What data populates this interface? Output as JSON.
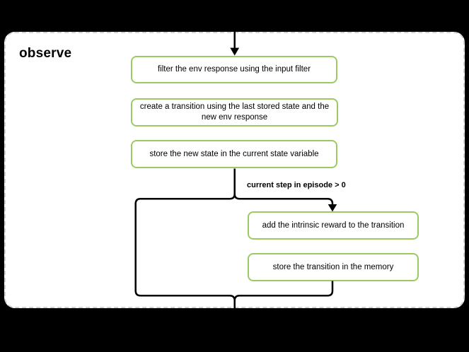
{
  "panel": {
    "title": "observe"
  },
  "flow": {
    "boxes": [
      {
        "id": "filter-env-response",
        "label": "filter the env response using the input filter"
      },
      {
        "id": "create-transition",
        "label": "create a transition using the last stored state and the new env response"
      },
      {
        "id": "store-new-state",
        "label": "store the new state in the current state variable"
      },
      {
        "id": "add-intrinsic-reward",
        "label": "add the intrinsic reward to the transition"
      },
      {
        "id": "store-transition",
        "label": "store the transition in the memory"
      }
    ],
    "branch_label": "current step in episode > 0"
  },
  "colors": {
    "background": "#000000",
    "panel_background": "#ffffff",
    "panel_border": "#d3d3d3",
    "box_border": "#9acb63",
    "connector": "#000000",
    "text": "#000000"
  }
}
